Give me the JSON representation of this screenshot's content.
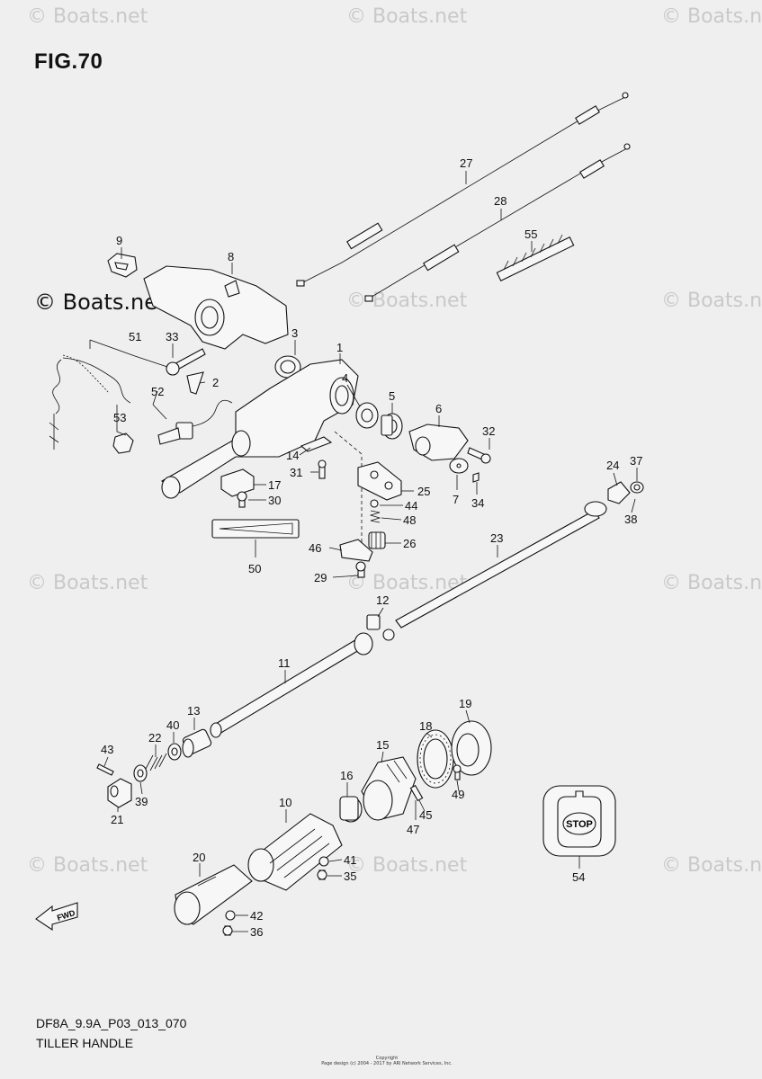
{
  "figure": {
    "title": "FIG.70",
    "code": "DF8A_9.9A_P03_013_070",
    "subtitle": "TILLER HANDLE",
    "copyright": [
      "Copyright",
      "Page design (c) 2004 - 2017 by ARI Network Services, Inc."
    ]
  },
  "watermarks": {
    "text": "© Boats.net",
    "prominent": "© Boats.net"
  },
  "labels": {
    "stop": "STOP",
    "fwd": "FWD"
  },
  "parts": [
    "1",
    "2",
    "3",
    "4",
    "5",
    "6",
    "7",
    "8",
    "9",
    "10",
    "11",
    "12",
    "13",
    "14",
    "15",
    "16",
    "17",
    "18",
    "19",
    "20",
    "21",
    "22",
    "23",
    "24",
    "25",
    "26",
    "27",
    "28",
    "29",
    "30",
    "31",
    "32",
    "33",
    "34",
    "35",
    "36",
    "37",
    "38",
    "39",
    "40",
    "41",
    "42",
    "43",
    "44",
    "45",
    "46",
    "47",
    "48",
    "49",
    "50",
    "51",
    "52",
    "53",
    "54",
    "55"
  ]
}
